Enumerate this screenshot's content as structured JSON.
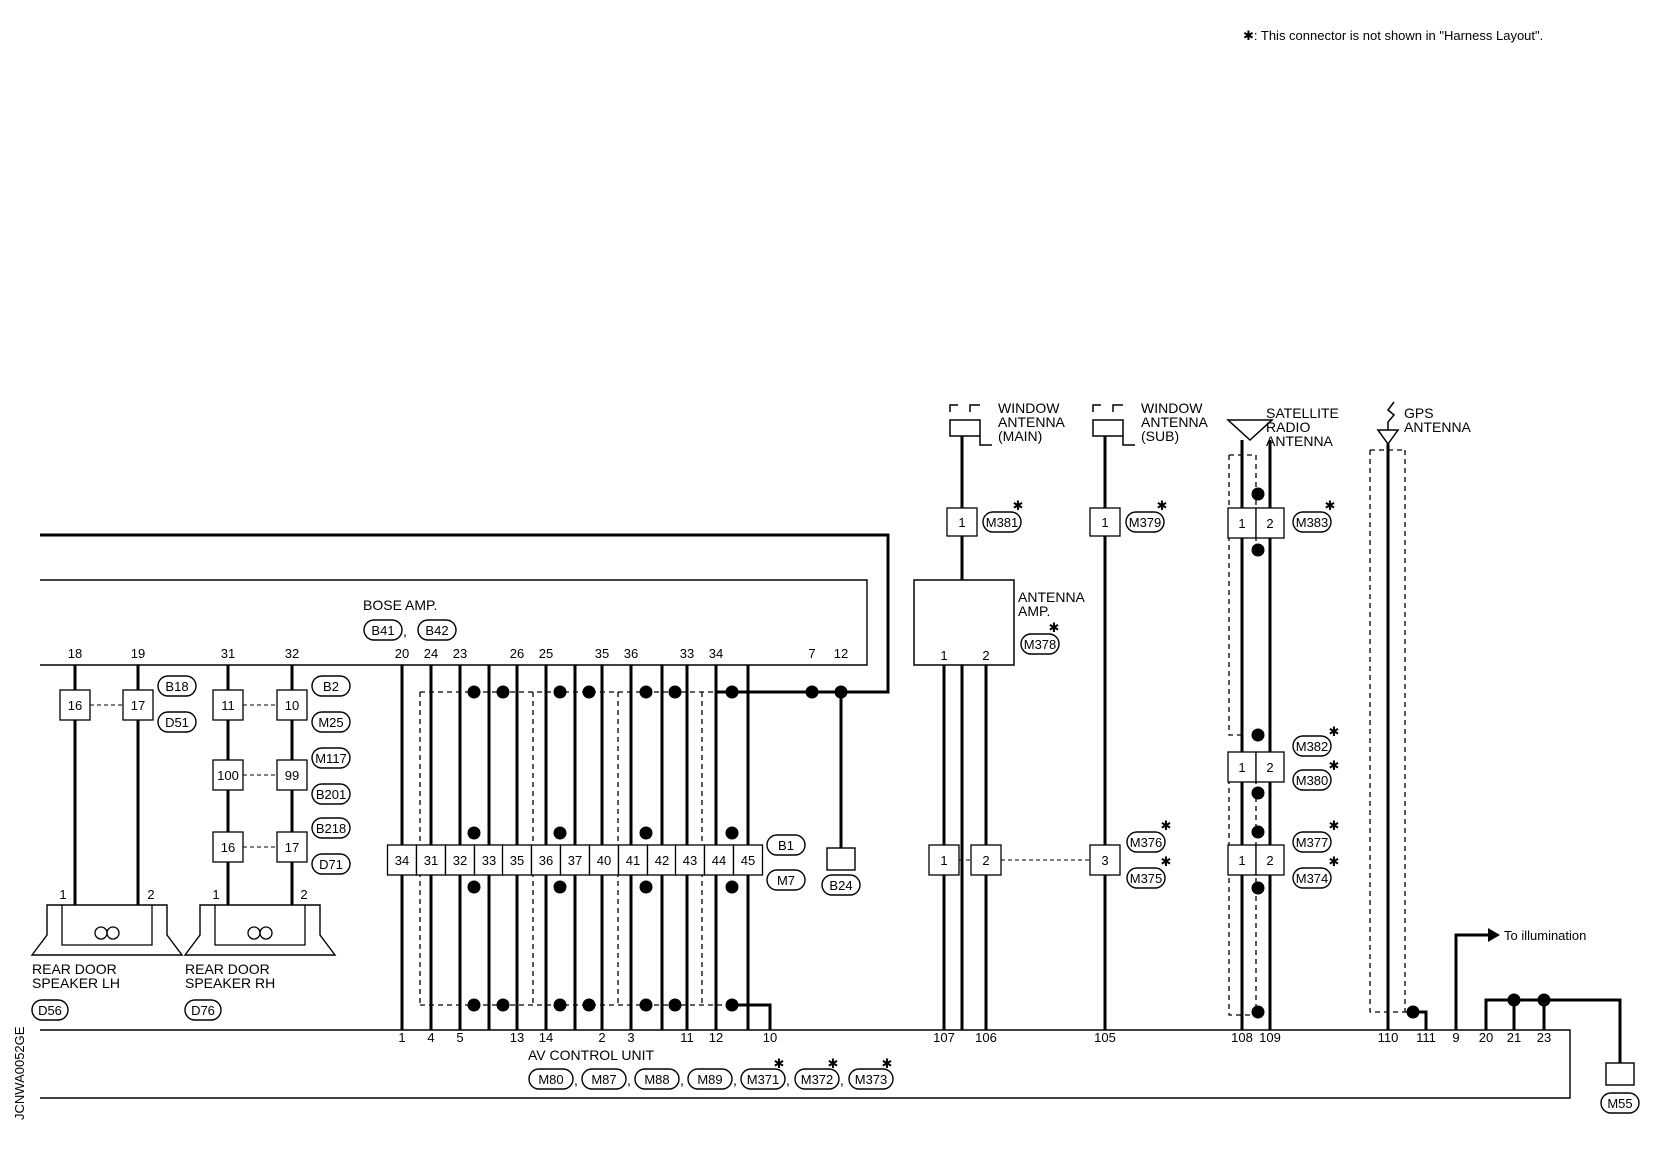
{
  "note": "✱: This connector is not shown in \"Harness Layout\".",
  "side_code": "JCNWA0052GE",
  "bose_amp": {
    "label": "BOSE AMP.",
    "connectors": [
      "B41",
      "B42"
    ],
    "separator": ",",
    "terminals": [
      "18",
      "19",
      "31",
      "32",
      "20",
      "24",
      "23",
      "26",
      "25",
      "35",
      "36",
      "33",
      "34",
      "7",
      "12"
    ]
  },
  "rear_door_speaker_lh": {
    "label_line1": "REAR DOOR",
    "label_line2": "SPEAKER LH",
    "connector": "D56",
    "pins": [
      "1",
      "2"
    ]
  },
  "rear_door_speaker_rh": {
    "label_line1": "REAR DOOR",
    "label_line2": "SPEAKER RH",
    "connector": "D76",
    "pins": [
      "1",
      "2"
    ]
  },
  "lh_joint": {
    "cells": [
      "16",
      "17"
    ],
    "connectors": [
      "B18",
      "D51"
    ]
  },
  "rh_joint_1": {
    "cells": [
      "11",
      "10"
    ],
    "connectors": [
      "B2",
      "M25"
    ]
  },
  "rh_joint_2": {
    "cells": [
      "100",
      "99"
    ],
    "connectors": [
      "M117",
      "B201"
    ]
  },
  "rh_joint_3": {
    "cells": [
      "16",
      "17"
    ],
    "connectors": [
      "B218",
      "D71"
    ]
  },
  "main_joint": {
    "cells": [
      "34",
      "31",
      "32",
      "33",
      "35",
      "36",
      "37",
      "40",
      "41",
      "42",
      "43",
      "44",
      "45"
    ],
    "connectors": [
      "B1",
      "M7"
    ]
  },
  "ground_b24": "B24",
  "ground_m55": "M55",
  "window_antenna_main": {
    "line1": "WINDOW",
    "line2": "ANTENNA",
    "line3": "(MAIN)"
  },
  "window_antenna_sub": {
    "line1": "WINDOW",
    "line2": "ANTENNA",
    "line3": "(SUB)"
  },
  "satellite_antenna": {
    "line1": "SATELLITE",
    "line2": "RADIO",
    "line3": "ANTENNA"
  },
  "gps_antenna": {
    "line1": "GPS",
    "line2": "ANTENNA"
  },
  "antenna_amp": {
    "line1": "ANTENNA",
    "line2": "AMP.",
    "connector": "M378",
    "pins": [
      "1",
      "2"
    ]
  },
  "conn_m381": {
    "cell": "1",
    "connector": "M381"
  },
  "conn_m379": {
    "cell": "1",
    "connector": "M379"
  },
  "conn_m383": {
    "cells": [
      "1",
      "2"
    ],
    "connector": "M383"
  },
  "conn_m382": {
    "cells": [
      "1",
      "2"
    ],
    "connectors": [
      "M382",
      "M380"
    ]
  },
  "conn_m377": {
    "cells": [
      "1",
      "2"
    ],
    "connectors": [
      "M377",
      "M374"
    ]
  },
  "ant_joint": {
    "cells": [
      "1",
      "2",
      "3"
    ],
    "connectors": [
      "M376",
      "M375"
    ]
  },
  "star": "✱",
  "illumination": "To illumination",
  "av_control_unit": {
    "label": "AV CONTROL UNIT",
    "connectors": [
      "M80",
      "M87",
      "M88",
      "M89",
      "M371",
      "M372",
      "M373"
    ],
    "separator": ",",
    "terminals": [
      "1",
      "4",
      "5",
      "13",
      "14",
      "2",
      "3",
      "11",
      "12",
      "10",
      "107",
      "106",
      "105",
      "108",
      "109",
      "110",
      "111",
      "9",
      "20",
      "21",
      "23"
    ]
  }
}
